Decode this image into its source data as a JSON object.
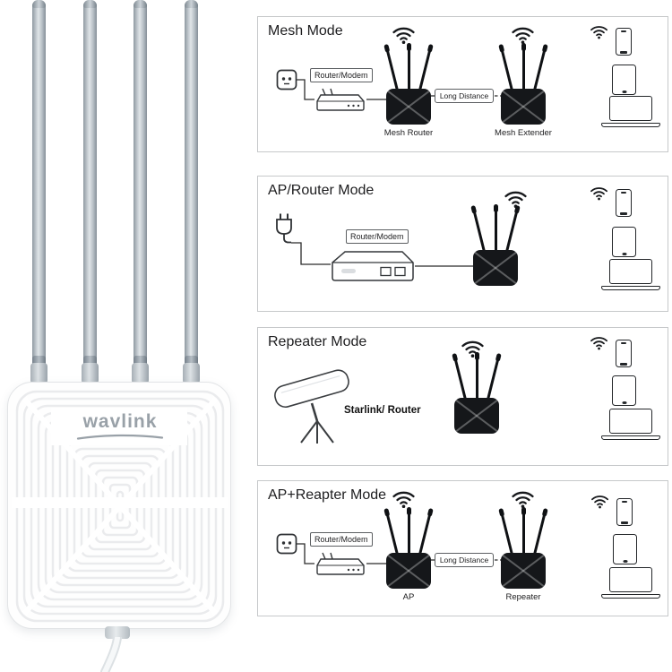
{
  "device": {
    "brand": "wavlink"
  },
  "colors": {
    "line": "#2b2b2b",
    "panel_border": "#c6c8ca",
    "black_device": "#15171a",
    "antenna_gray": "#b6bec5",
    "brand_gray": "#99a1a8"
  },
  "icons": {
    "wifi": "wifi-signal-arcs",
    "power_outlet": "wall-outlet",
    "power_plug": "plug-with-cord",
    "router_modem": "router-box",
    "access_point": "black-ap-three-antennas",
    "starlink_dish": "satellite-dish-on-tripod",
    "phone": "smartphone-outline",
    "tablet": "tablet-outline",
    "laptop": "laptop-outline"
  },
  "panels": [
    {
      "id": "mesh-mode",
      "title": "Mesh Mode",
      "router_label": "Router/Modem",
      "left_device_label": "Mesh Router",
      "distance_label": "Long Distance",
      "right_device_label": "Mesh Extender"
    },
    {
      "id": "ap-router-mode",
      "title": "AP/Router Mode",
      "router_label": "Router/Modem"
    },
    {
      "id": "repeater-mode",
      "title": "Repeater Mode",
      "satellite_label": "Starlink/ Router"
    },
    {
      "id": "ap-repeater-mode",
      "title": "AP+Reapter Mode",
      "router_label": "Router/Modem",
      "left_device_label": "AP",
      "distance_label": "Long Distance",
      "right_device_label": "Repeater"
    }
  ]
}
